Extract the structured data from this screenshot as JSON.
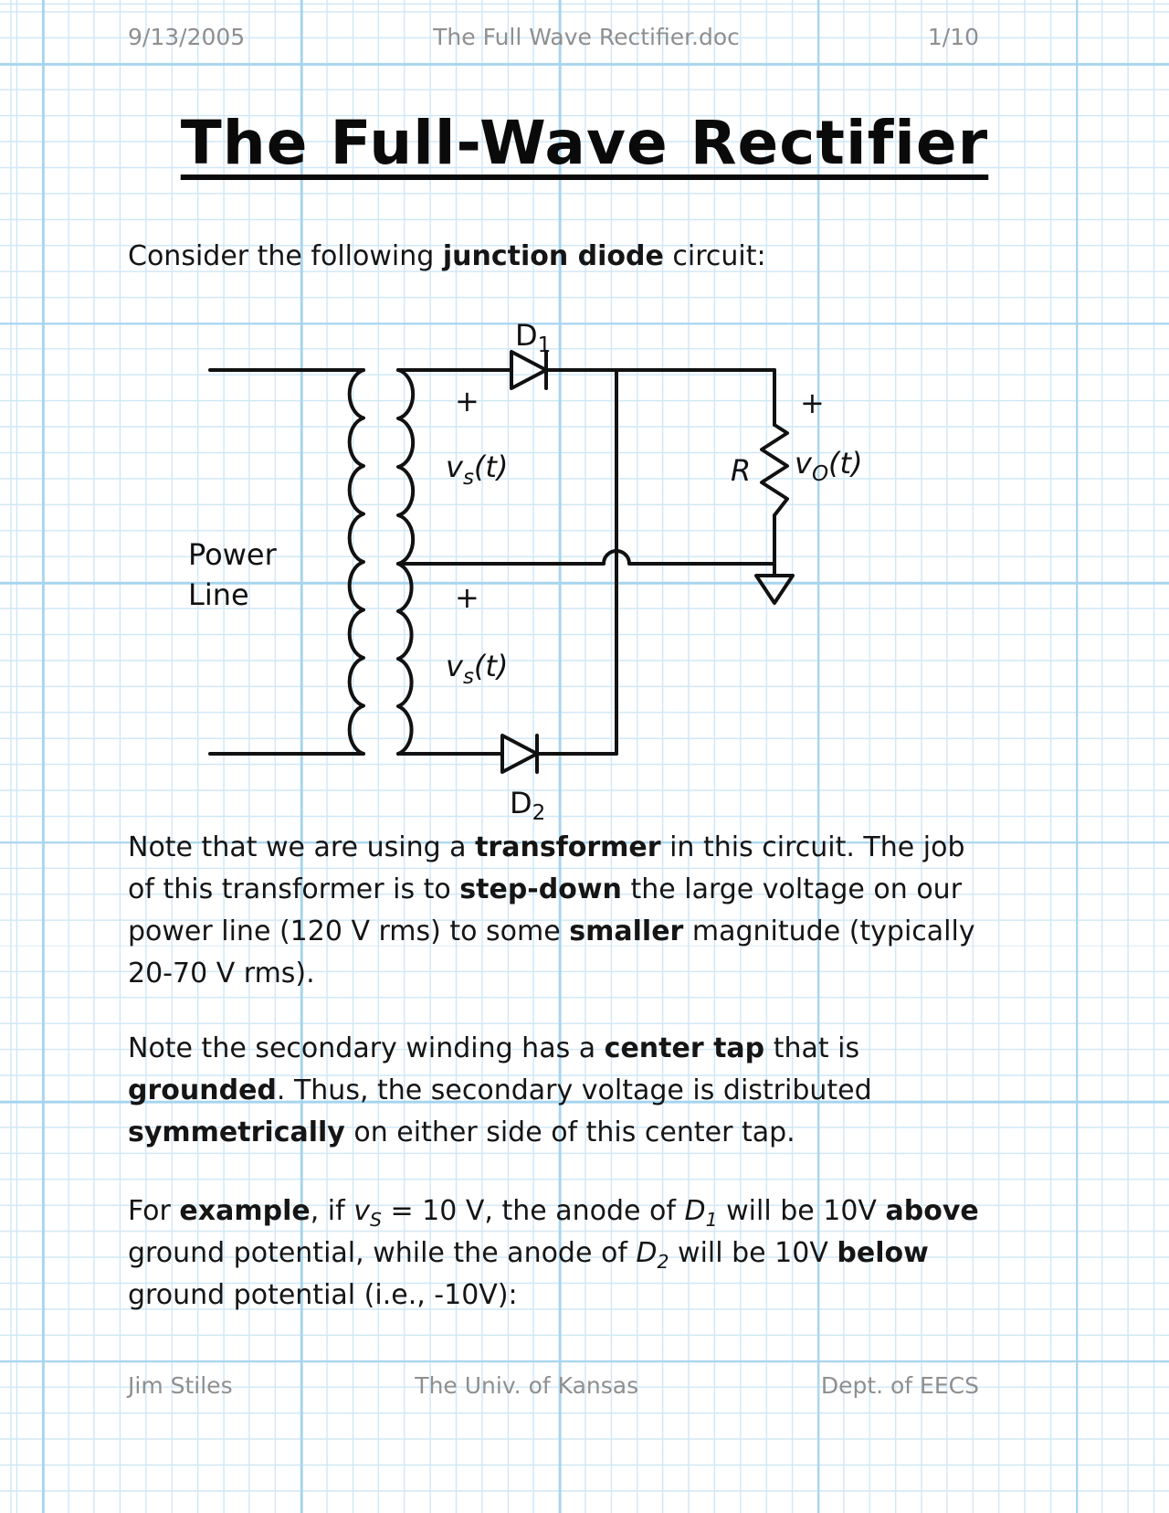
{
  "header": {
    "date": "9/13/2005",
    "filename": "The Full Wave Rectifier.doc",
    "page": "1/10"
  },
  "title": "The Full-Wave Rectifier",
  "intro": [
    {
      "t": "Consider the following "
    },
    {
      "t": "junction diode",
      "b": true
    },
    {
      "t": " circuit:"
    }
  ],
  "circuit": {
    "labels": {
      "d1": {
        "base": "D",
        "sub": "1"
      },
      "d2": {
        "base": "D",
        "sub": "2"
      },
      "vs": {
        "base": "v",
        "sub": "s",
        "args": "(t)"
      },
      "vo": {
        "base": "v",
        "sub": "O",
        "args": "(t)"
      },
      "r": "R",
      "plus": "+",
      "power_line_1": "Power",
      "power_line_2": "Line"
    }
  },
  "paragraphs": {
    "transformer_note": [
      {
        "t": "Note that we are using a "
      },
      {
        "t": "transformer",
        "b": true
      },
      {
        "t": " in this circuit.  The job of this transformer is to "
      },
      {
        "t": "step-down",
        "b": true
      },
      {
        "t": " the large voltage on our power line (120 V rms) to some "
      },
      {
        "t": "smaller",
        "b": true
      },
      {
        "t": " magnitude (typically 20-70 V rms)."
      }
    ],
    "center_tap_note": [
      {
        "t": "Note the secondary winding has a "
      },
      {
        "t": "center tap",
        "b": true
      },
      {
        "t": " that is "
      },
      {
        "t": "grounded",
        "b": true
      },
      {
        "t": ".  Thus, the secondary voltage is distributed "
      },
      {
        "t": "symmetrically",
        "b": true
      },
      {
        "t": " on either side of this center tap."
      }
    ],
    "example_note": [
      {
        "t": "For "
      },
      {
        "t": "example",
        "b": true
      },
      {
        "t": ", if "
      },
      {
        "t": "v",
        "i": true
      },
      {
        "t": "S",
        "i": true,
        "sub": true
      },
      {
        "t": " = 10 V, the anode of "
      },
      {
        "t": "D",
        "i": true
      },
      {
        "t": "1",
        "i": true,
        "sub": true
      },
      {
        "t": " will be 10V "
      },
      {
        "t": "above",
        "b": true
      },
      {
        "t": " ground potential, while the anode of "
      },
      {
        "t": "D",
        "i": true
      },
      {
        "t": "2",
        "i": true,
        "sub": true
      },
      {
        "t": " will be 10V "
      },
      {
        "t": "below",
        "b": true
      },
      {
        "t": " ground potential (i.e., -10V):"
      }
    ]
  },
  "footer": {
    "author": "Jim Stiles",
    "institution": "The Univ. of Kansas",
    "department": "Dept. of EECS"
  }
}
